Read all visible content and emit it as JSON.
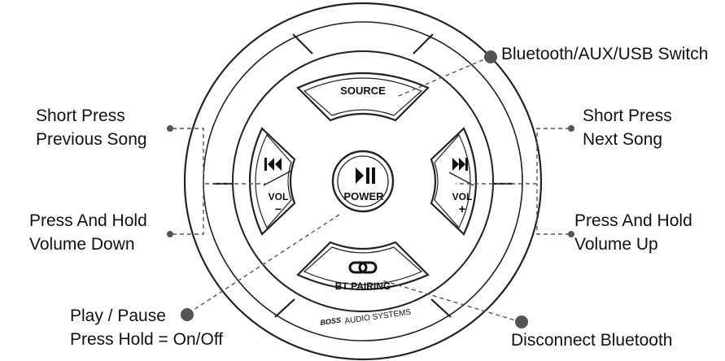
{
  "device": {
    "source_label": "SOURCE",
    "power_label": "POWER",
    "vol_left_label": "VOL",
    "vol_left_sign": "−",
    "vol_right_label": "VOL",
    "vol_right_sign": "+",
    "bt_label": "BT PAIRING",
    "brand_logo": "BOSS",
    "brand_text": "AUDIO SYSTEMS"
  },
  "callouts": {
    "source": "Bluetooth/AUX/USB Switch",
    "prev_line1": "Short Press",
    "prev_line2": "Previous Song",
    "next_line1": "Short Press",
    "next_line2": "Next Song",
    "vol_down_line1": "Press And Hold",
    "vol_down_line2": "Volume Down",
    "vol_up_line1": "Press And Hold",
    "vol_up_line2": "Volume Up",
    "play_line1": "Play / Pause",
    "play_line2": "Press Hold = On/Off",
    "disconnect": "Disconnect Bluetooth"
  },
  "icons": [
    "previous-track-icon",
    "next-track-icon",
    "play-pause-icon",
    "link-icon"
  ]
}
